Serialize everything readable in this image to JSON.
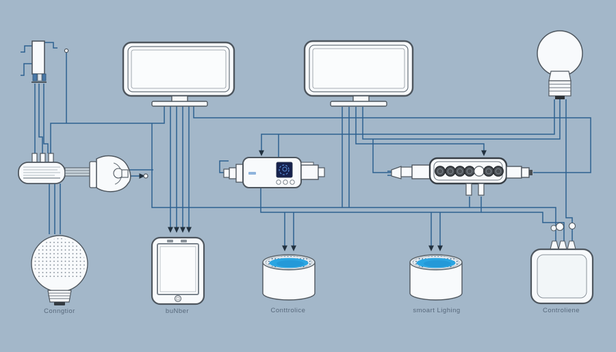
{
  "theme": {
    "background": "#a3b7c9",
    "wire": "#2d6190",
    "device-fill": "#f8fafc",
    "device-border": "#4e565e",
    "label-color": "#56677a",
    "water": "#2aa5e2",
    "screen": "#16214d",
    "screen-accent": "#5b8fd8",
    "outlet-dark": "#4a4f54",
    "detail-blue": "#4878a8",
    "arrow": "#22313f"
  },
  "labels": {
    "bulb_bottom": "Conngtior",
    "tablet": "buNber",
    "bowl_left": "Conttrolice",
    "bowl_right": "smoart Lighing",
    "hub": "Controliene"
  },
  "devices": [
    "wall-module-icon",
    "monitor-icon",
    "monitor-icon",
    "lightbulb-icon",
    "capacitor-icon",
    "smart-plug-icon",
    "thermostat-controller-icon",
    "power-strip-icon",
    "dotted-lightbulb-icon",
    "tablet-icon",
    "sensor-bowl-icon",
    "sensor-bowl-icon",
    "hub-icon"
  ]
}
